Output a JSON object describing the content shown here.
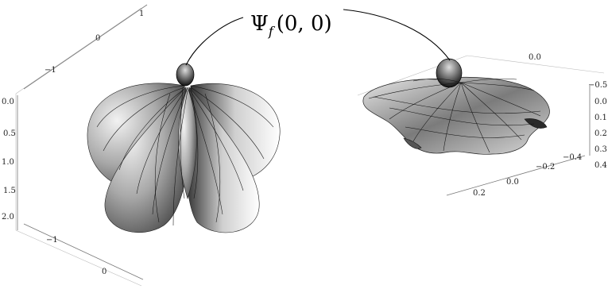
{
  "annotation": {
    "label": "Ψ",
    "subscript": "f",
    "args": "(0, 0)"
  },
  "left_plot": {
    "vertical_ticks": [
      "0.0",
      "0.5",
      "1.0",
      "1.5",
      "2.0"
    ],
    "top_ticks": [
      "1",
      "0",
      "−1"
    ],
    "bottom_ticks": [
      "−1",
      "0"
    ]
  },
  "right_plot": {
    "near_ticks": [
      "0.2",
      "0.0",
      "−0.2",
      "−0.4"
    ],
    "far_top_tick": "0.0",
    "right_ticks": [
      "−0.5",
      "0.0",
      "0.1",
      "0.2",
      "0.3",
      "0.4"
    ]
  }
}
